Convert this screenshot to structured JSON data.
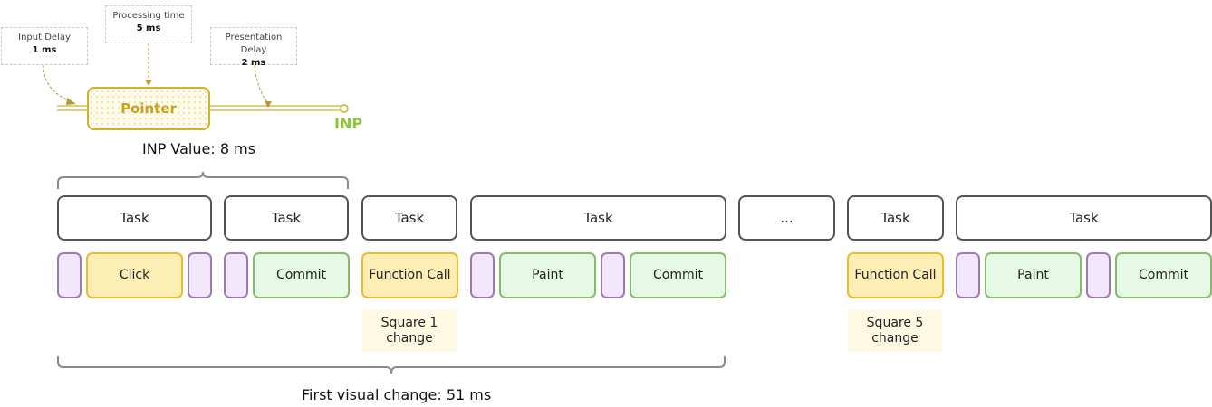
{
  "notes": {
    "input_delay": {
      "label": "Input Delay",
      "value": "1 ms"
    },
    "processing_time": {
      "label": "Processing time",
      "value": "5 ms"
    },
    "presentation_delay": {
      "label": "Presentation Delay",
      "value": "2 ms"
    }
  },
  "pointer_label": "Pointer",
  "inp_label": "INP",
  "inp_value": "INP Value: 8 ms",
  "tasks": [
    "Task",
    "Task",
    "Task",
    "Task",
    "...",
    "Task",
    "Task"
  ],
  "blocks": {
    "click": "Click",
    "commit_1": "Commit",
    "function_call_1": "Function Call",
    "paint_1": "Paint",
    "commit_2": "Commit",
    "function_call_2": "Function Call",
    "paint_2": "Paint",
    "commit_3": "Commit"
  },
  "changes": [
    "Square 1 change",
    "Square 5 change"
  ],
  "first_visual_change": "First visual change: 51 ms",
  "colors": {
    "pointer": "#d4b02b",
    "inp": "#8cc63f",
    "task_border": "#555555",
    "purple_fill": "#f3e8fb",
    "purple_border": "#9d79b4",
    "yellow_fill": "#fdeeb6",
    "yellow_border": "#ebbb2b",
    "green_fill": "#e6f9e6",
    "green_border": "#86bb68"
  }
}
